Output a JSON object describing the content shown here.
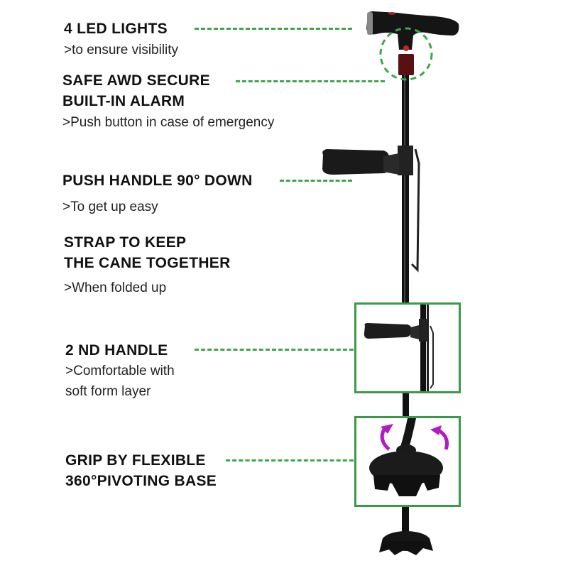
{
  "features": [
    {
      "title_lines": [
        "4 LED LIGHTS"
      ],
      "subtitle_lines": [
        ">to ensure visibility"
      ]
    },
    {
      "title_lines": [
        "SAFE AWD SECURE",
        "BUILT-IN ALARM"
      ],
      "subtitle_lines": [
        ">Push button in case of emergency"
      ]
    },
    {
      "title_lines": [
        "PUSH HANDLE 90° DOWN"
      ],
      "subtitle_lines": [
        ">To get up easy"
      ]
    },
    {
      "title_lines": [
        "STRAP TO KEEP",
        "THE CANE TOGETHER"
      ],
      "subtitle_lines": [
        ">When folded up"
      ]
    },
    {
      "title_lines": [
        "2 ND HANDLE"
      ],
      "subtitle_lines": [
        ">Comfortable with",
        "soft form layer"
      ]
    },
    {
      "title_lines": [
        "GRIP BY FLEXIBLE",
        "360°PIVOTING BASE"
      ],
      "subtitle_lines": []
    }
  ],
  "colors": {
    "leader": "#3aa84a",
    "box_border": "#3a9a48",
    "arrow": "#b01cc4",
    "alarm": "#c0201a"
  }
}
